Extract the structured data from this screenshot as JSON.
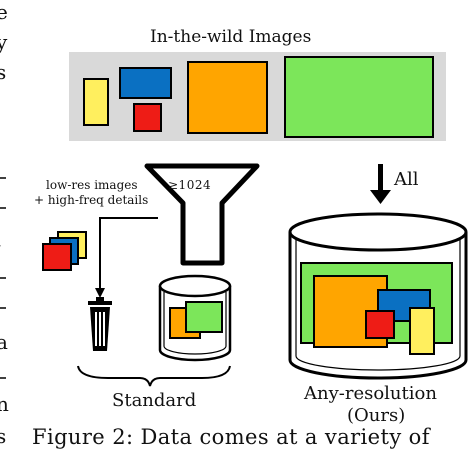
{
  "diagram": {
    "top_title": "In-the-wild Images",
    "lowres_line1": "low-res images",
    "lowres_line2": "+ high-freq details",
    "threshold": "≥1024",
    "all_label": "All",
    "standard_label": "Standard",
    "any_label": "Any-resolution",
    "ours_label": "(Ours)",
    "caption": "Figure 2:  Data comes at a variety of",
    "left_edge_glyphs": [
      "e",
      "y",
      "s",
      ",",
      "a",
      "n",
      "s"
    ],
    "colors": {
      "panel": "#d9d9d9",
      "yellow": "#ffef5e",
      "blue": "#0a70c2",
      "red": "#ee1c16",
      "orange": "#ffa500",
      "green": "#7ce65a"
    },
    "icons": [
      "funnel-icon",
      "trash-can-icon",
      "database-cylinder-icon",
      "down-arrow-icon",
      "brace-icon"
    ]
  }
}
